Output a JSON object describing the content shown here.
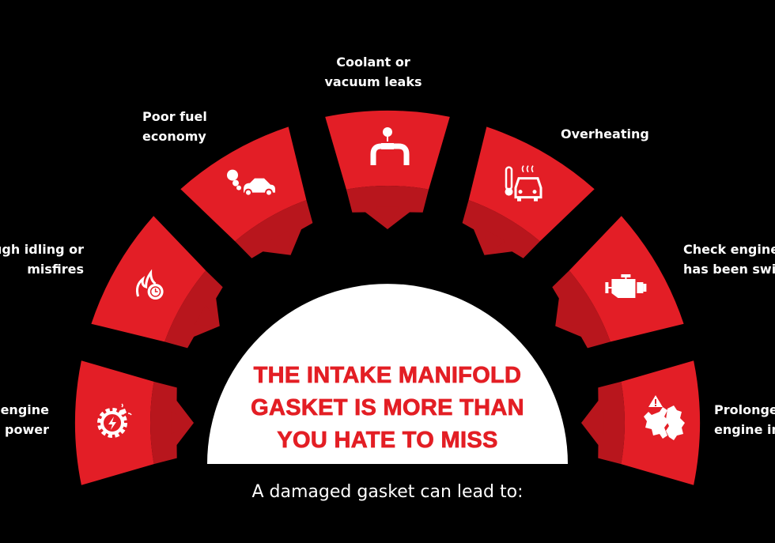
{
  "colors": {
    "background": "#000000",
    "wedge_red": "#e31e26",
    "wedge_dark_red": "#b8161d",
    "center_bg": "#ffffff",
    "headline_red": "#e31e24",
    "text_white": "#ffffff"
  },
  "headline": {
    "lines": [
      "THE INTAKE MANIFOLD",
      "GASKET IS MORE THAN",
      "YOU HATE TO MISS"
    ]
  },
  "subtitle": "A damaged gasket can lead to:",
  "items": [
    {
      "id": "power",
      "label_lines": [
        "engine",
        "power"
      ],
      "icon": "gear-lightning-icon",
      "angle": 180
    },
    {
      "id": "idling",
      "label_lines": [
        "ugh idling or",
        "misfires"
      ],
      "icon": "fire-misfire-icon",
      "angle": 150
    },
    {
      "id": "fuel",
      "label_lines": [
        "Poor fuel",
        "economy"
      ],
      "icon": "car-exhaust-icon",
      "angle": 120
    },
    {
      "id": "leaks",
      "label_lines": [
        "Coolant or",
        "vacuum leaks"
      ],
      "icon": "pipe-leak-icon",
      "angle": 90
    },
    {
      "id": "overheating",
      "label_lines": [
        "Overheating"
      ],
      "icon": "car-thermometer-icon",
      "angle": 60
    },
    {
      "id": "check_engine",
      "label_lines": [
        "Check engine",
        "has been swi"
      ],
      "icon": "engine-icon",
      "angle": 30
    },
    {
      "id": "damage",
      "label_lines": [
        "Prolonge",
        "engine in"
      ],
      "icon": "broken-gear-warning-icon",
      "angle": 0
    }
  ]
}
